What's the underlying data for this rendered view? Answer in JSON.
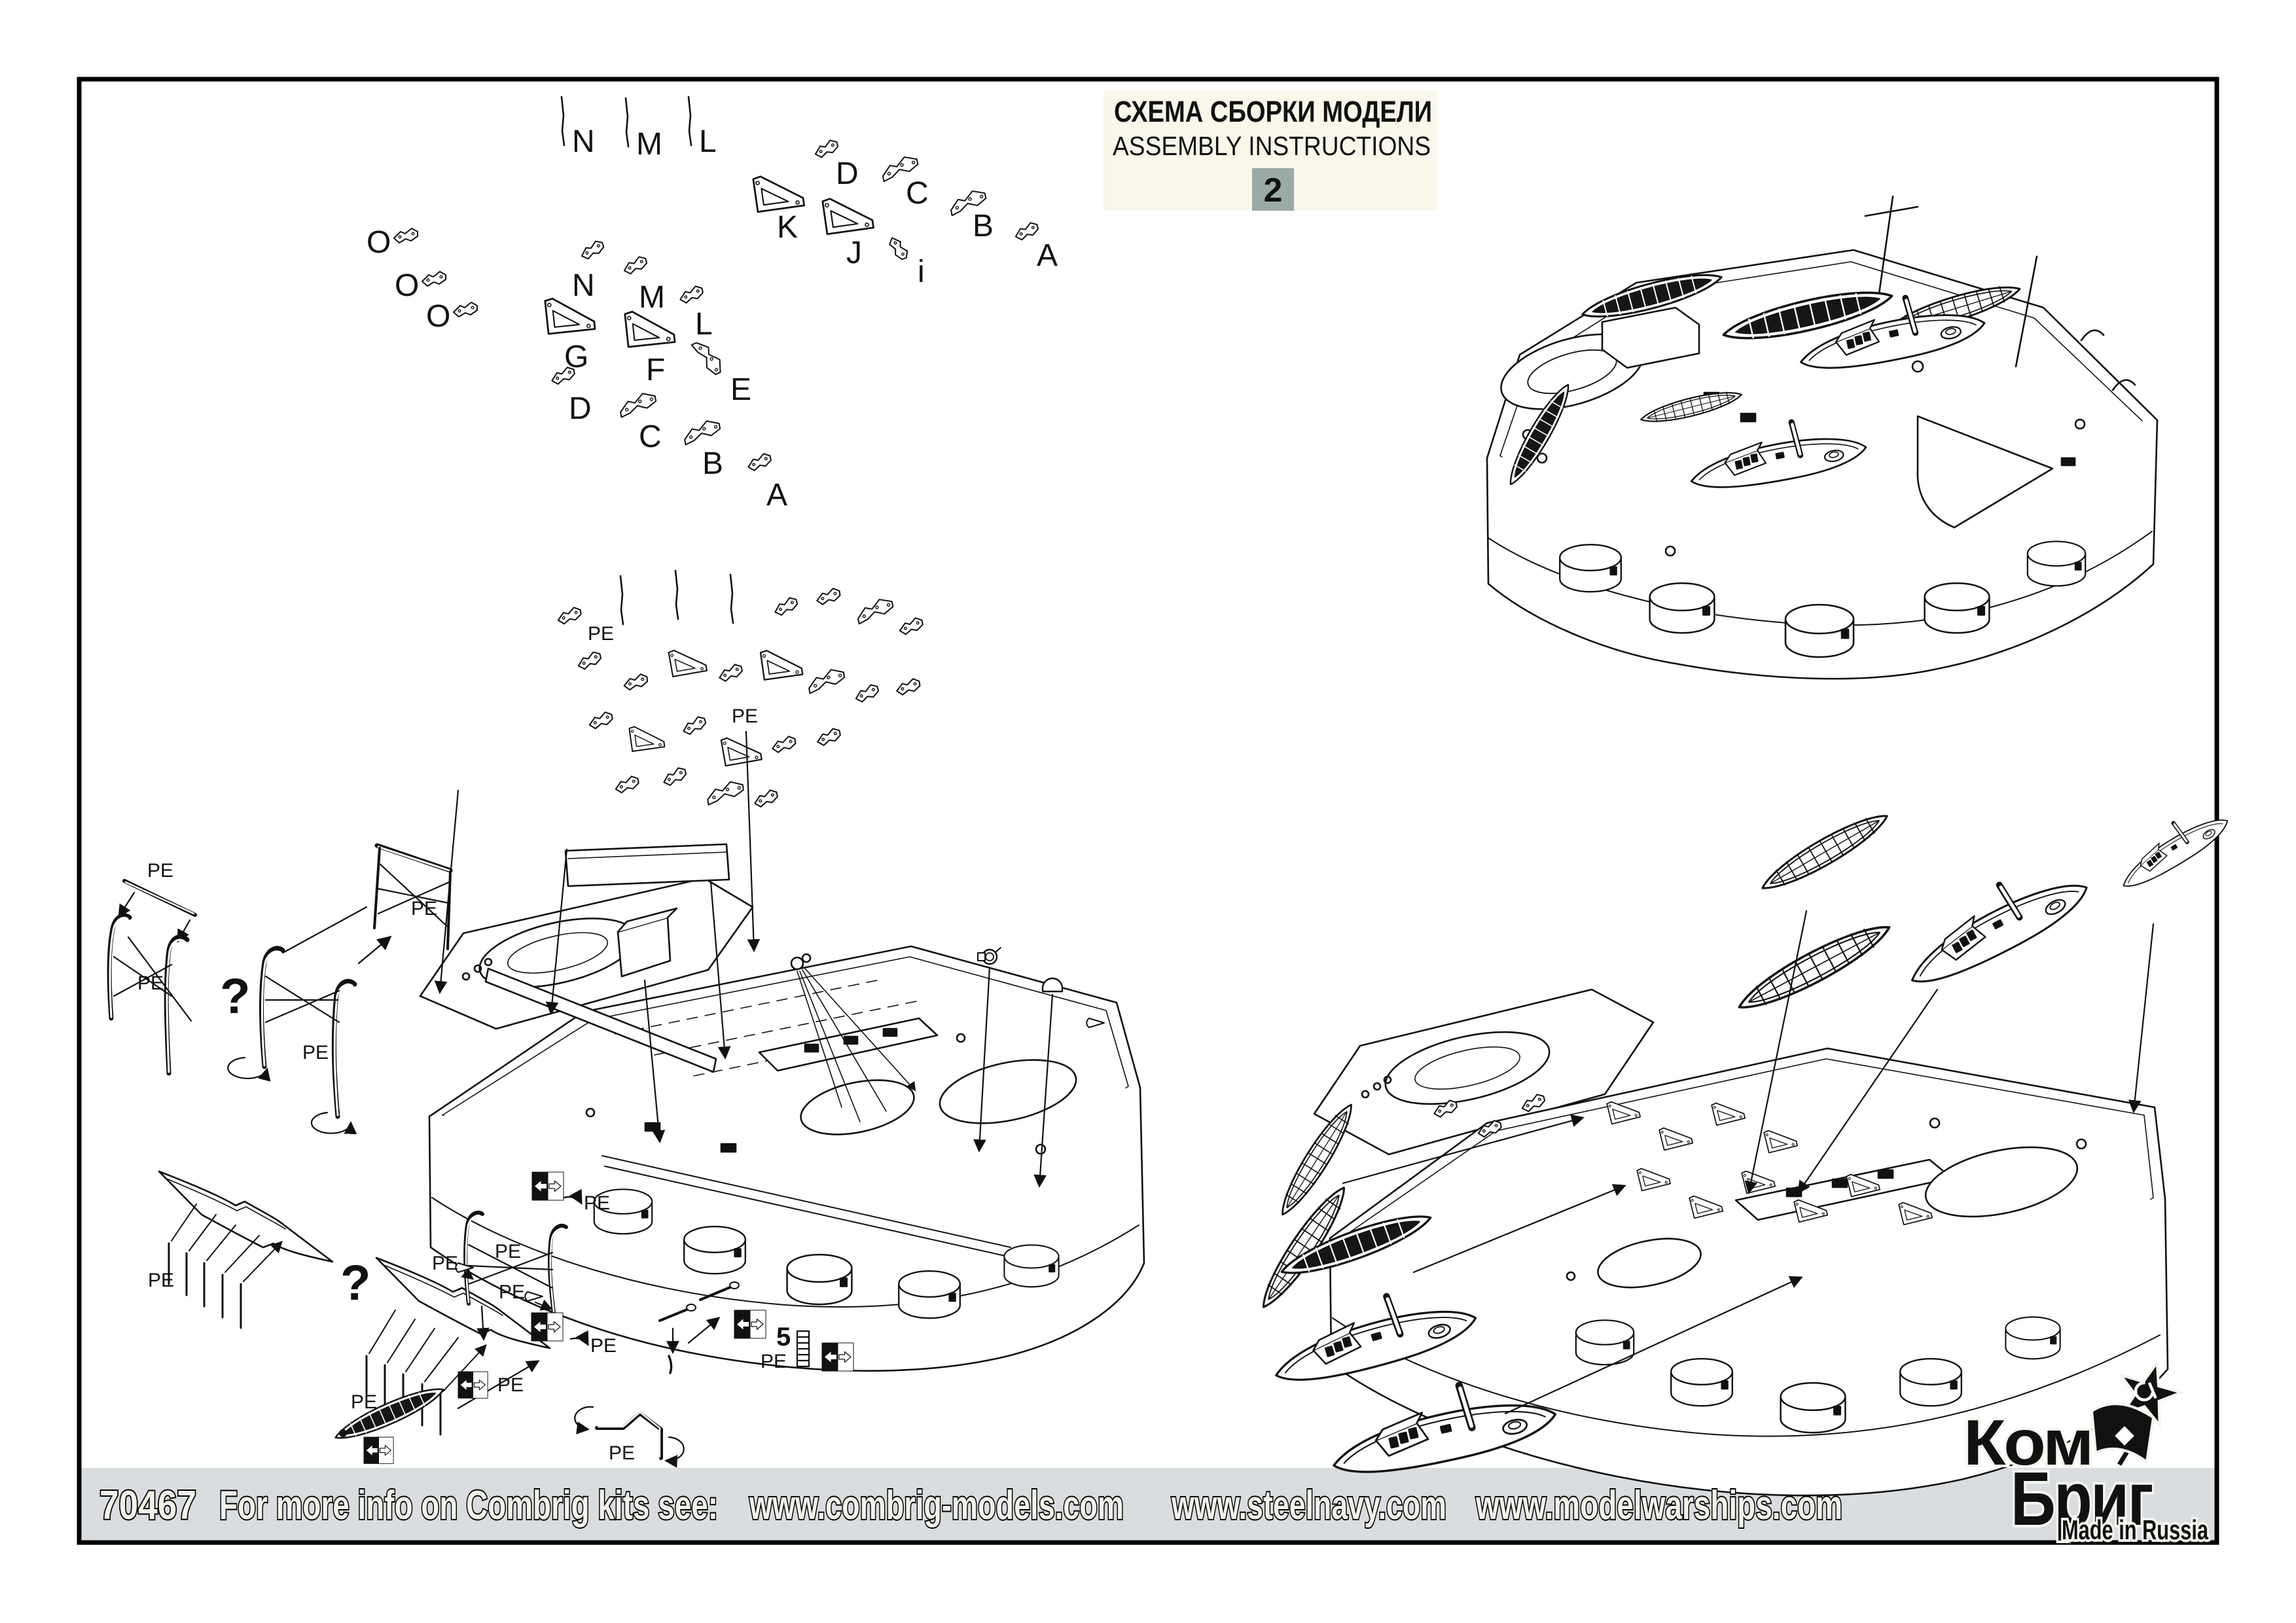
{
  "title_block": {
    "title_ru": "СХЕМА СБОРКИ МОДЕЛИ",
    "title_en": "ASSEMBLY INSTRUCTIONS",
    "sheet_number": "2"
  },
  "labels": {
    "pe": "PE",
    "question_mark": "?",
    "quantity": "5"
  },
  "part_letters": {
    "upper_pins": [
      "N",
      "M",
      "L"
    ],
    "upper": [
      "D",
      "C",
      "K",
      "J",
      "B",
      "i",
      "A"
    ],
    "side_o": [
      "O",
      "O",
      "O"
    ],
    "lower": [
      "N",
      "M",
      "L",
      "G",
      "F",
      "E",
      "D",
      "C",
      "B",
      "A"
    ]
  },
  "footer": {
    "kit_number": "70467",
    "prompt": "For more info on Combrig kits see:",
    "websites": [
      "www.combrig-models.com",
      "www.steelnavy.com",
      "www.modelwarships.com"
    ]
  },
  "logo": {
    "brand_top": "Ком",
    "brand_bottom": "Бриг",
    "origin": "Made in Russia",
    "icon": "star-hammer-sickle"
  },
  "colors": {
    "paper": "#ffffff",
    "ink": "#111111",
    "frame": "#000000",
    "footer_bar": "#d9dde0",
    "title_bg": "#f8f7ea",
    "badge_bg": "#9caaa6",
    "badge_text": "#ffffff",
    "outlined_text_fill": "#f2f2ea"
  }
}
